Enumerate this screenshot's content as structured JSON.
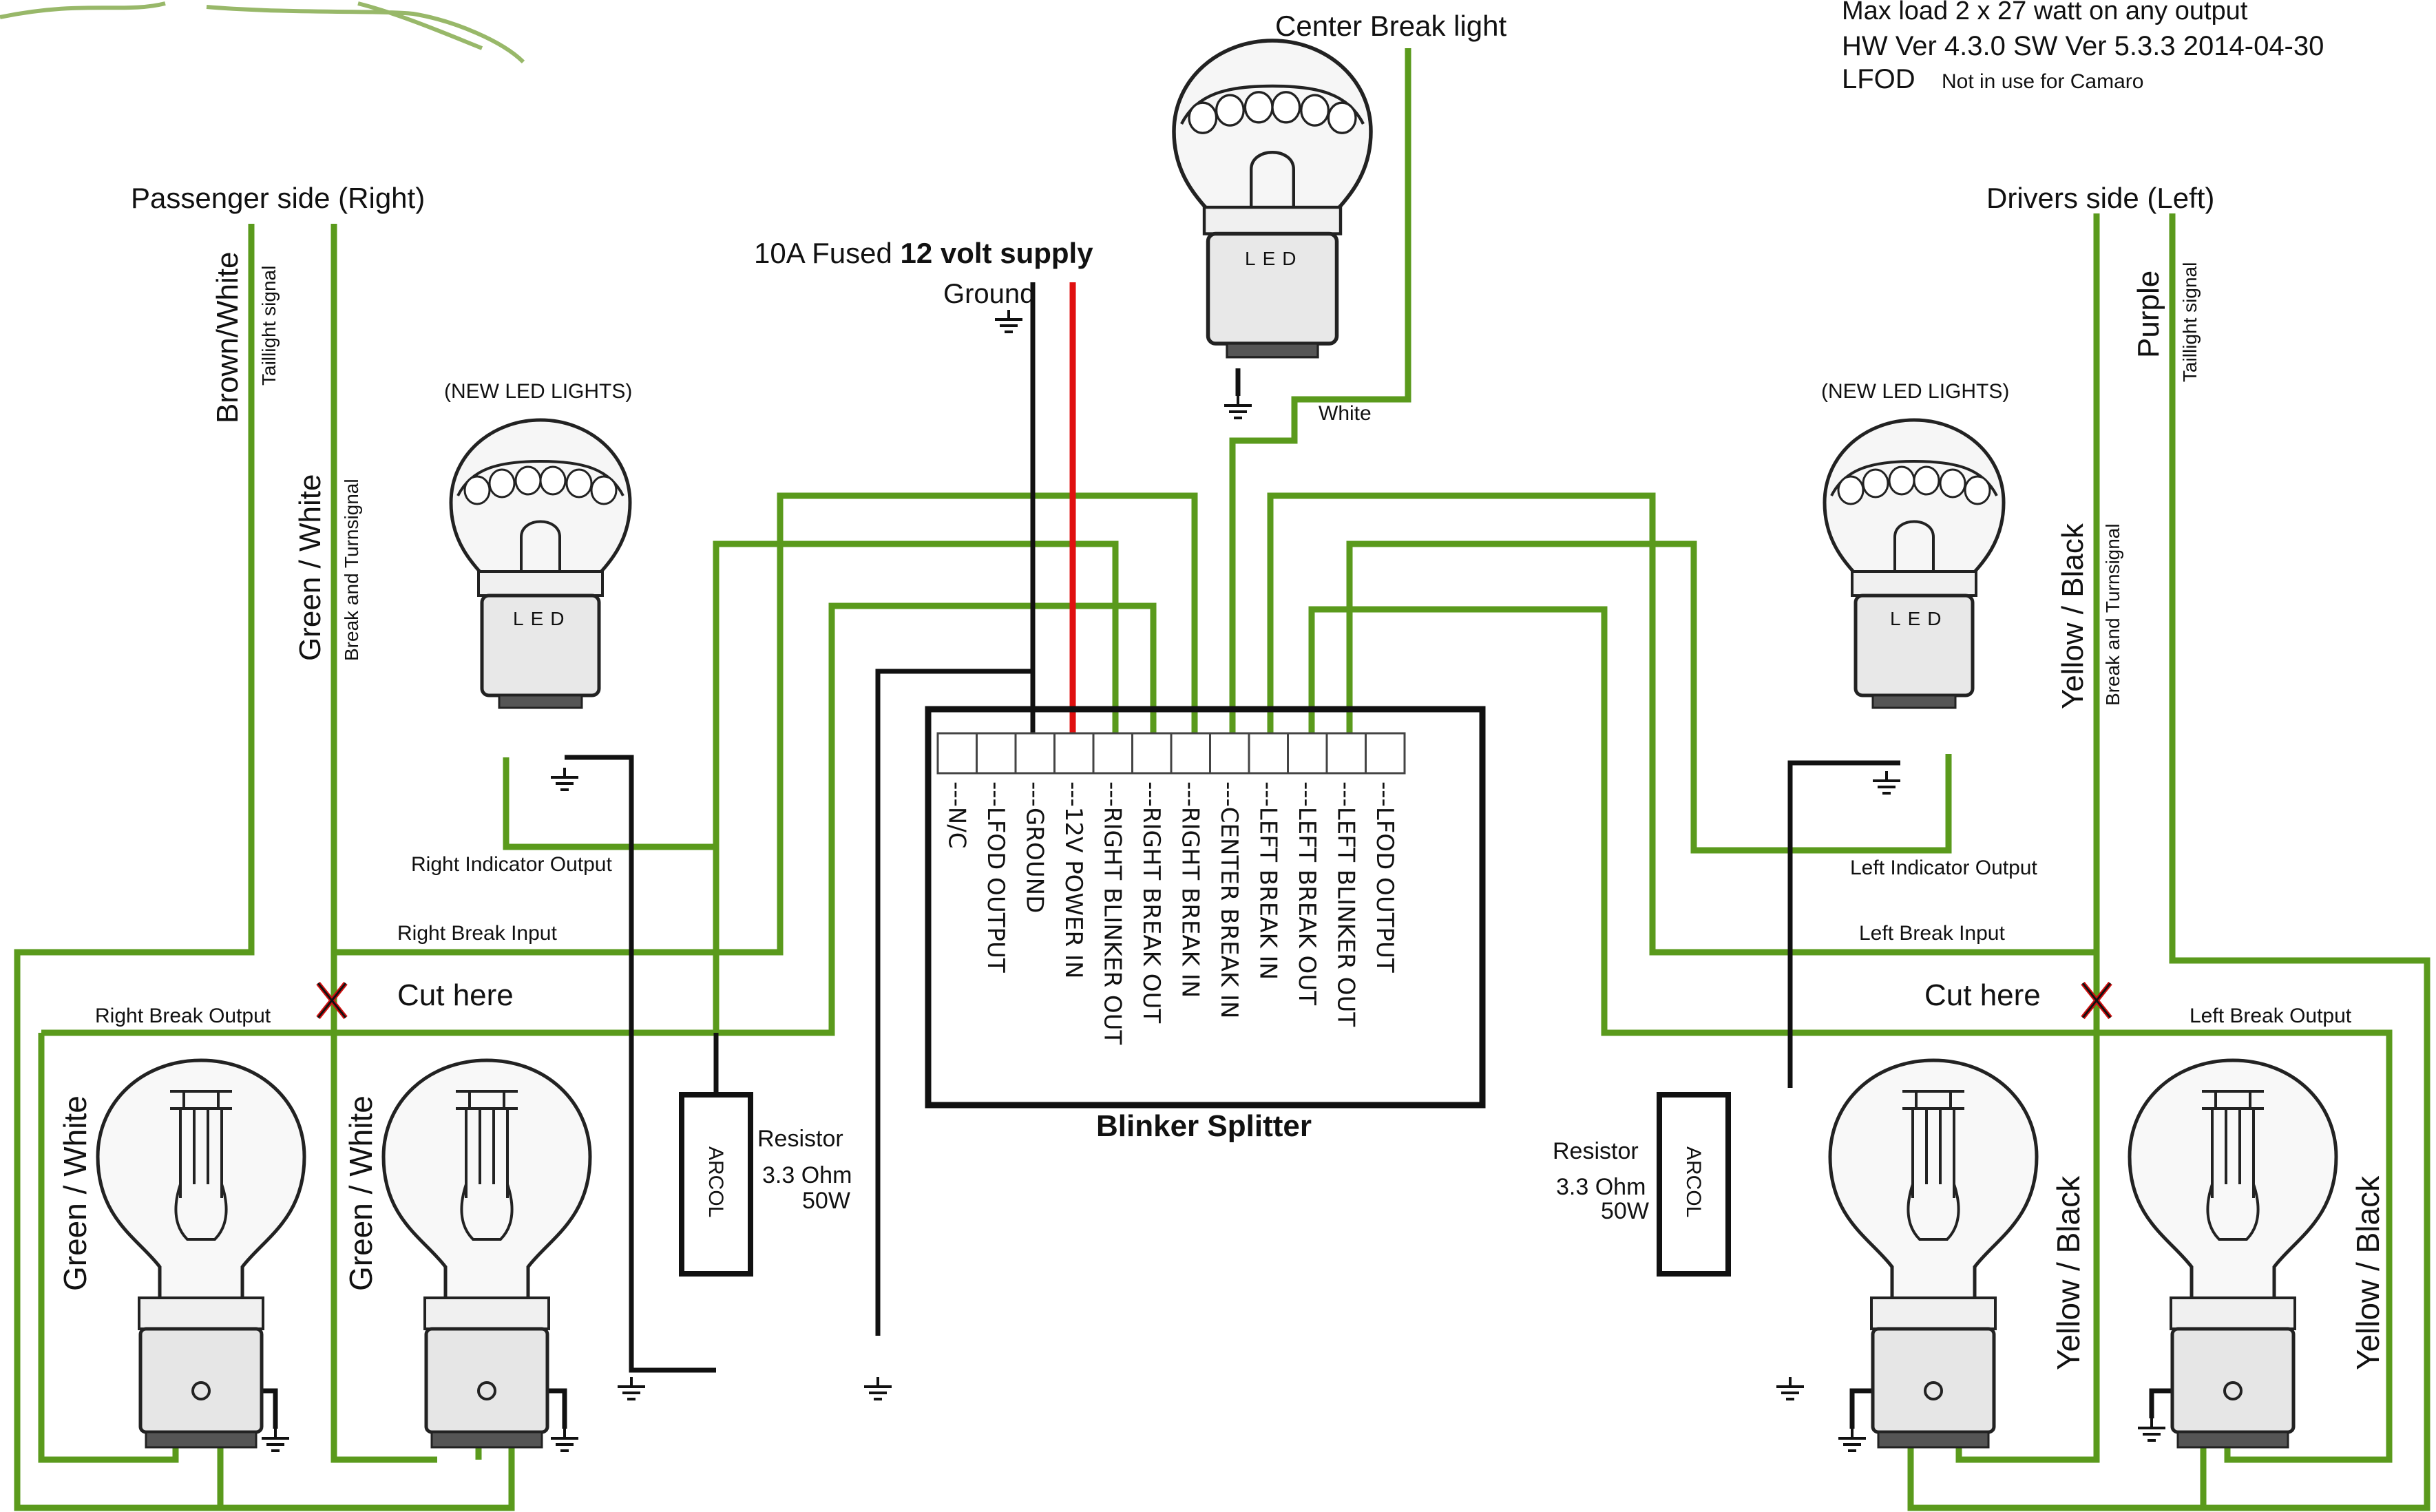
{
  "header": {
    "line1": "Max load 2 x 27 watt on any output",
    "line2": "HW Ver 4.3.0 SW Ver 5.3.3 2014-04-30",
    "line3a": "LFOD",
    "line3b": "Not in use for Camaro"
  },
  "supply": {
    "title_prefix": "10A  Fused ",
    "title_bold": "12 volt supply",
    "ground": "Ground"
  },
  "center": {
    "title": "Center Break light",
    "wire": "White"
  },
  "passenger": {
    "title": "Passenger side (Right)",
    "new_led": "(NEW LED LIGHTS)",
    "wire1": "Brown/White",
    "wire1_sub": "Taillight signal",
    "wire2": "Green / White",
    "wire2_sub": "Break and Turnsignal",
    "indicator_output": "Right Indicator Output",
    "break_input": "Right Break Input",
    "break_output": "Right Break Output",
    "cut": "Cut here",
    "bulb1": "Green / White",
    "bulb2": "Green / White",
    "resistor": "Resistor",
    "ohm": "3.3 Ohm",
    "watt": "50W",
    "resistor_brand": "ARCOL"
  },
  "driver": {
    "title": "Drivers side (Left)",
    "new_led": "(NEW LED LIGHTS)",
    "wire1": "Purple",
    "wire1_sub": "Taillight signal",
    "wire2": "Yellow / Black",
    "wire2_sub": "Break and Turnsignal",
    "indicator_output": "Left Indicator Output",
    "break_input": "Left Break Input",
    "break_output": "Left Break Output",
    "cut": "Cut here",
    "bulb1": "Yellow / Black",
    "bulb2": "Yellow / Black",
    "resistor": "Resistor",
    "ohm": "3.3 Ohm",
    "watt": "50W",
    "resistor_brand": "ARCOL"
  },
  "led_label": "LED",
  "splitter": {
    "title": "Blinker Splitter",
    "pins": [
      "---N/C",
      "---LFOD OUTPUT",
      "---GROUND",
      "---12V POWER IN",
      "---RIGHT BLINKER OUT",
      "---RIGHT BREAK OUT",
      "---RIGHT BREAK IN",
      "---CENTER BREAK IN",
      "---LEFT BREAK IN",
      "---LEFT BREAK OUT",
      "---LEFT BLINKER OUT",
      "---LFOD OUTPUT"
    ]
  },
  "colors": {
    "wire": "#5a9a1c",
    "power": "#e01010",
    "ground": "#111111",
    "bulb_glass": "#f2f2f2"
  }
}
